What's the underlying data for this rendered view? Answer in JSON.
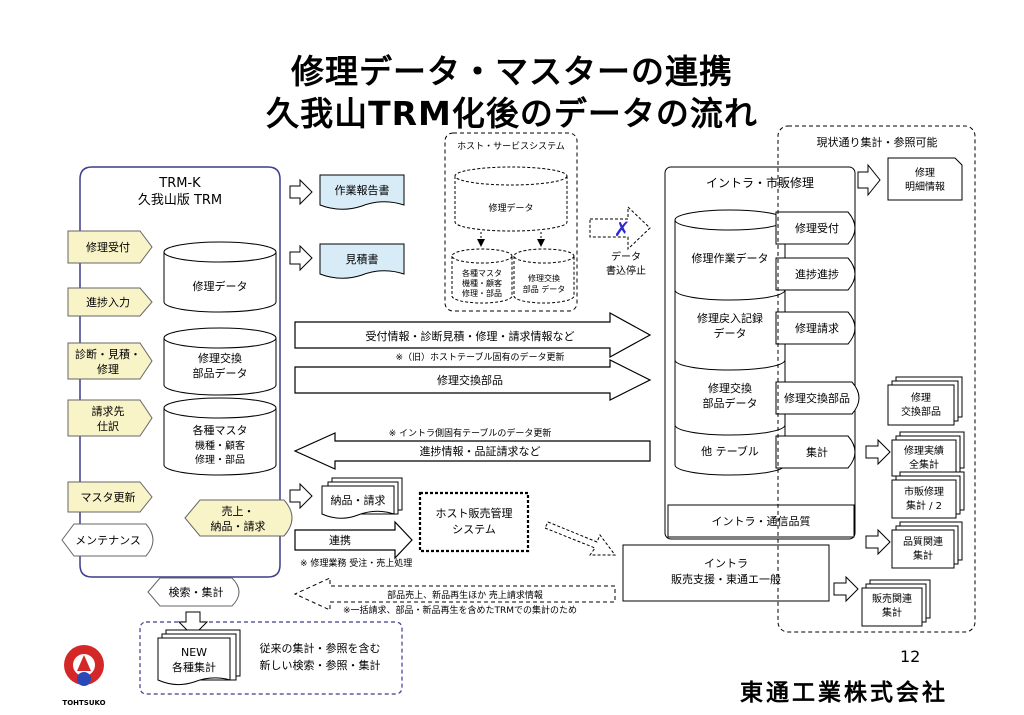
{
  "title": {
    "line1": "修理データ・マスターの連携",
    "line2": "久我山TRM化後のデータの流れ"
  },
  "trm": {
    "title": "TRM-K",
    "subtitle": "久我山版 TRM",
    "menu": {
      "reception": "修理受付",
      "progress": "進捗入力",
      "diagnosis1": "診断・見積・",
      "diagnosis2": "修理",
      "billing1": "請求先",
      "billing2": "仕訳",
      "master": "マスタ更新",
      "maintenance": "メンテナンス",
      "sales1": "売上・",
      "sales2": "納品・請求",
      "search": "検索・集計"
    },
    "db": {
      "repair": "修理データ",
      "parts1": "修理交換",
      "parts2": "部品データ",
      "master1": "各種マスタ",
      "master2": "機種・顧客",
      "master3": "修理・部品"
    }
  },
  "docs": {
    "work_report": "作業報告書",
    "estimate": "見積書",
    "delivery": "納品・請求"
  },
  "host_service": {
    "title": "ホスト・サービスシステム",
    "repair_data": "修理データ",
    "master1": "各種マスタ",
    "master2": "機種・顧客",
    "master3": "修理・部品",
    "parts1": "修理交換",
    "parts2": "部品 データ"
  },
  "stop": {
    "mark": "✗",
    "line1": "データ",
    "line2": "書込停止"
  },
  "arrows": {
    "a1": "受付情報・診断見積・修理・請求情報など",
    "a1_note": "※（旧）ホストテーブル固有のデータ更新",
    "a2": "修理交換部品",
    "a3_note": "※ イントラ側固有テーブルのデータ更新",
    "a3": "進捗情報・品証請求など",
    "link": "連携",
    "link_note": "※ 修理業務 受注・売上処理",
    "back1": "部品売上、新品再生ほか 売上請求情報",
    "back2": "※一括請求、部品・新品再生を含めたTRMでの集計のため"
  },
  "host_sales": {
    "line1": "ホスト販売管理",
    "line2": "システム"
  },
  "intra": {
    "title": "イントラ・市販修理",
    "db1": "修理作業データ",
    "db2a": "修理戻入記録",
    "db2b": "データ",
    "db3a": "修理交換",
    "db3b": "部品データ",
    "db4": "他 テーブル",
    "f_reception": "修理受付",
    "f_progress": "進捗進捗",
    "f_billing": "修理請求",
    "f_parts": "修理交換部品",
    "f_total": "集計",
    "quality": "イントラ・通信品質",
    "sales_support1": "イントラ",
    "sales_support2": "販売支援・東通エ一般"
  },
  "right": {
    "header": "現状通り集計・参照可能",
    "detail1": "修理",
    "detail2": "明細情報",
    "parts1": "修理",
    "parts2": "交換部品",
    "perf1": "修理実績",
    "perf2": "全集計",
    "market1": "市販修理",
    "market2": "集計 / 2",
    "quality1": "品質関連",
    "quality2": "集計",
    "salesrel1": "販売関連",
    "salesrel2": "集計"
  },
  "bottom": {
    "new1": "NEW",
    "new2": "各種集計",
    "desc1": "従来の集計・参照を含む",
    "desc2": "新しい検索・参照・集計"
  },
  "page_number": "12",
  "company": "東通工業株式会社",
  "logo_text": "TOHTSUKO",
  "colors": {
    "doc_fill": "#d8ecf8",
    "menu_fill": "#f8f4c8",
    "frame": "#3c3c8c",
    "stop_mark": "#2b2bd0"
  }
}
